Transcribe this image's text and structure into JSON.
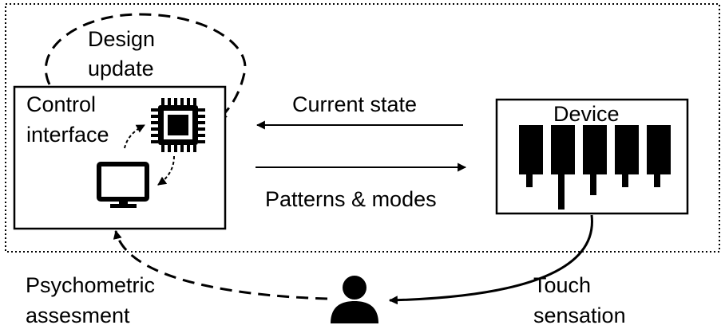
{
  "labels": {
    "design_update_line1": "Design",
    "design_update_line2": "update",
    "control_interface_line1": "Control",
    "control_interface_line2": "interface",
    "current_state": "Current state",
    "device": "Device",
    "patterns_modes": "Patterns & modes",
    "psychometric_line1": "Psychometric",
    "psychometric_line2": "assesment",
    "touch_line1": "Touch",
    "touch_line2": "sensation"
  },
  "icons": {
    "processor": "cpu-chip-icon",
    "display": "monitor-icon",
    "user": "person-icon"
  },
  "colors": {
    "ink": "#000000",
    "background": "#ffffff"
  }
}
